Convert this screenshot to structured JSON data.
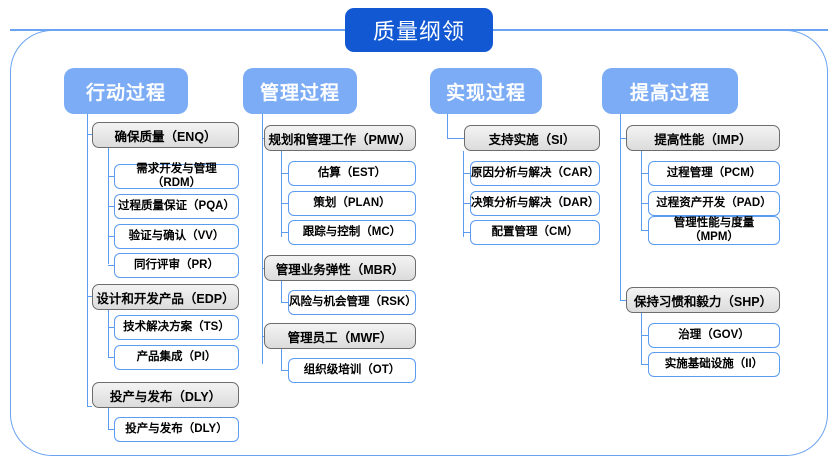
{
  "diagram": {
    "title": "质量纲领",
    "frame_color": "#6aa3f0",
    "title_color": "#1258d3",
    "header_color": "#7cacf5",
    "group_fill": "#e4e4e4",
    "leaf_border": "#5b9bf0",
    "columns": [
      {
        "header": "行动过程",
        "groups": [
          {
            "label": "确保质量（ENQ）",
            "children": [
              "需求开发与管理（RDM）",
              "过程质量保证（PQA）",
              "验证与确认（VV）",
              "同行评审（PR）"
            ]
          },
          {
            "label": "设计和开发产品（EDP）",
            "children": [
              "技术解决方案（TS）",
              "产品集成（PI）"
            ]
          },
          {
            "label": "投产与发布（DLY）",
            "children": [
              "投产与发布（DLY）"
            ]
          }
        ]
      },
      {
        "header": "管理过程",
        "groups": [
          {
            "label": "规划和管理工作（PMW）",
            "children": [
              "估算（EST）",
              "策划（PLAN）",
              "跟踪与控制（MC）"
            ]
          },
          {
            "label": "管理业务弹性（MBR）",
            "children": [
              "风险与机会管理（RSK）"
            ]
          },
          {
            "label": "管理员工（MWF）",
            "children": [
              "组织级培训（OT）"
            ]
          }
        ]
      },
      {
        "header": "实现过程",
        "groups": [
          {
            "label": "支持实施（SI）",
            "children": [
              "原因分析与解决（CAR）",
              "决策分析与解决（DAR）",
              "配置管理（CM）"
            ]
          }
        ]
      },
      {
        "header": "提高过程",
        "groups": [
          {
            "label": "提高性能（IMP）",
            "children": [
              "过程管理（PCM）",
              "过程资产开发（PAD）",
              "管理性能与度量\n（MPM）"
            ]
          },
          {
            "label": "保持习惯和毅力（SHP）",
            "children": [
              "治理（GOV）",
              "实施基础设施（II）"
            ]
          }
        ]
      }
    ]
  }
}
